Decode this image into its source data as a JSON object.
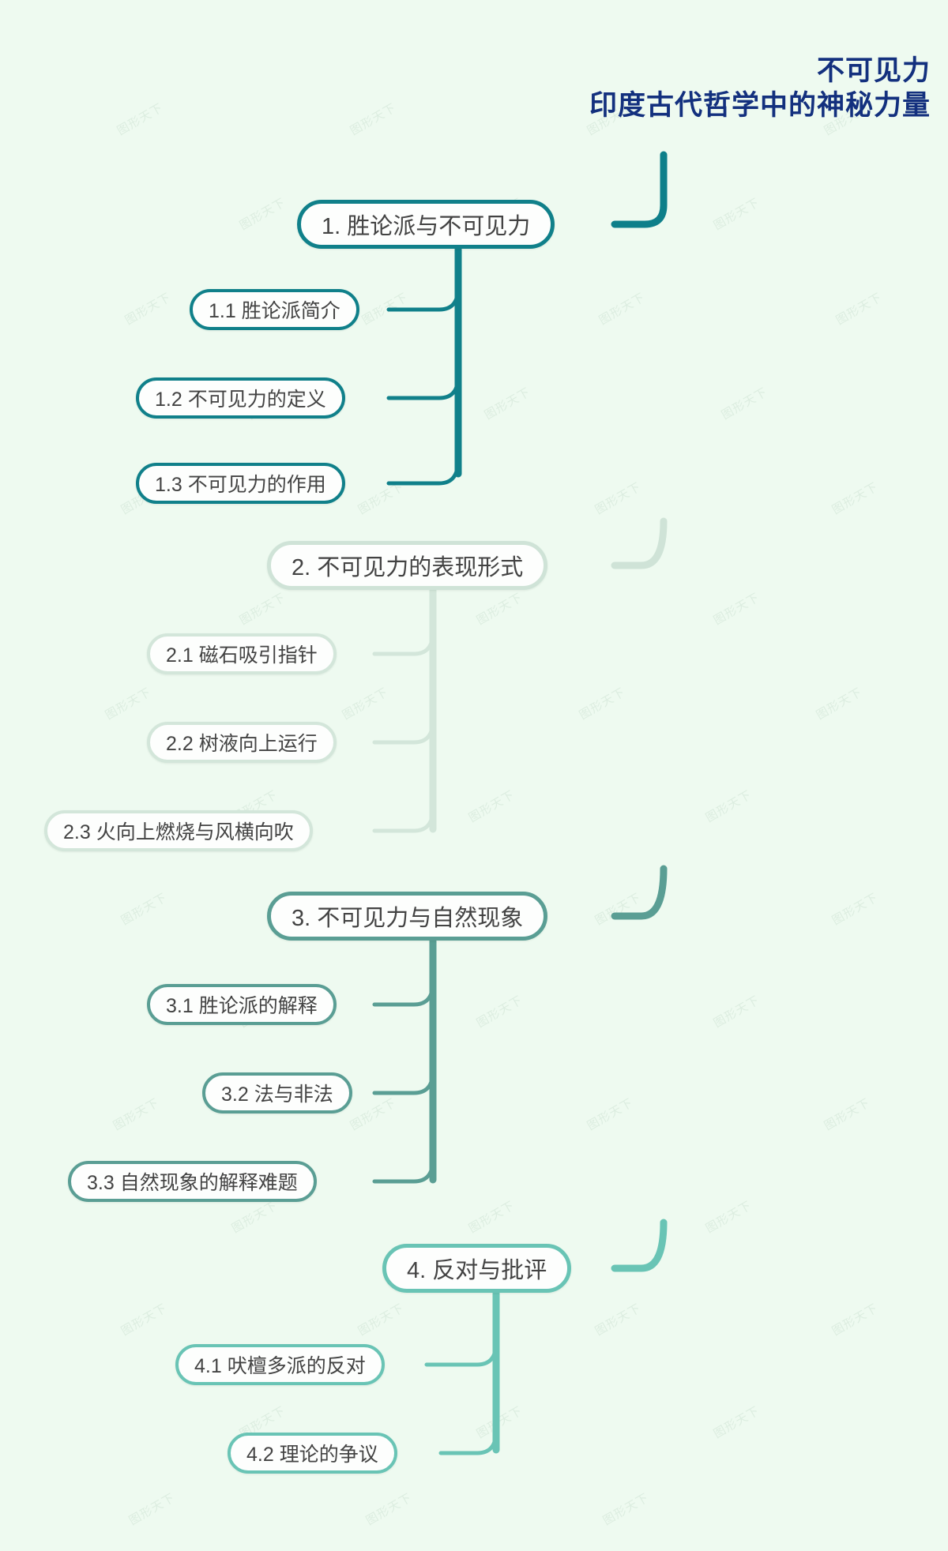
{
  "meta": {
    "background": "#eefaf0",
    "title_color": "#13307e",
    "node_text_color": "#434343",
    "node_fill": "#fdfefd",
    "watermark_text": "图形天下"
  },
  "title": {
    "line1": "不可见力",
    "line2": "印度古代哲学中的神秘力量"
  },
  "branches": [
    {
      "id": "b1",
      "label": "1. 胜论派与不可见力",
      "color": "#10808a",
      "children": [
        {
          "label": "1.1 胜论派简介"
        },
        {
          "label": "1.2 不可见力的定义"
        },
        {
          "label": "1.3 不可见力的作用"
        }
      ]
    },
    {
      "id": "b2",
      "label": "2. 不可见力的表现形式",
      "color": "#cfe3d7",
      "children": [
        {
          "label": "2.1 磁石吸引指针"
        },
        {
          "label": "2.2 树液向上运行"
        },
        {
          "label": "2.3 火向上燃烧与风横向吹"
        }
      ]
    },
    {
      "id": "b3",
      "label": "3. 不可见力与自然现象",
      "color": "#5a9e94",
      "children": [
        {
          "label": "3.1 胜论派的解释"
        },
        {
          "label": "3.2 法与非法"
        },
        {
          "label": "3.3 自然现象的解释难题"
        }
      ]
    },
    {
      "id": "b4",
      "label": "4. 反对与批评",
      "color": "#69c4b5",
      "children": [
        {
          "label": "4.1 吠檀多派的反对"
        },
        {
          "label": "4.2 理论的争议"
        }
      ]
    }
  ]
}
